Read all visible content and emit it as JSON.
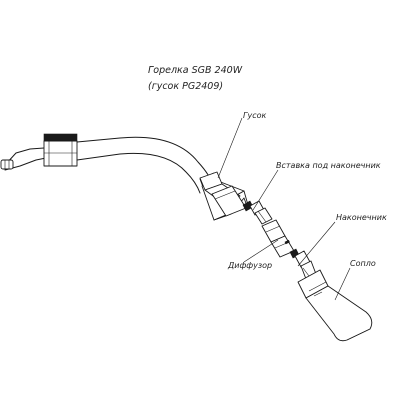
{
  "title": {
    "line1": "Горелка SGB 240W",
    "line2": "(гусок PG2409)"
  },
  "labels": {
    "neck": "Гусок",
    "insert": "Вставка под наконечник",
    "tip": "Наконечник",
    "diffuser": "Диффузор",
    "nozzle": "Сопло"
  }
}
